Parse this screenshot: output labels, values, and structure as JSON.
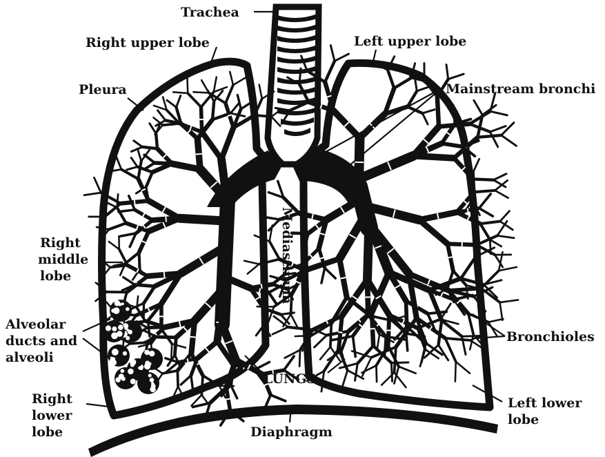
{
  "labels": {
    "trachea": "Trachea",
    "right_upper_lobe": "Right upper lobe",
    "left_upper_lobe": "Left upper lobe",
    "pleura": "Pleura",
    "mainstream_bronchi": "Mainstream bronchi",
    "mediastinum": "Mediastinum",
    "right_middle_lobe": [
      "Right",
      "middle",
      "lobe"
    ],
    "alveolar": [
      "Alveolar",
      "ducts and",
      "alveoli"
    ],
    "bronchioles": "Bronchioles",
    "lungs": "LUNGS",
    "right_lower_lobe": [
      "Right",
      "lower",
      "lobe"
    ],
    "left_lower_lobe": [
      "Left lower",
      "lobe"
    ],
    "diaphragm": "Diaphragm"
  },
  "colors": {
    "ink": "#111111",
    "background": "#ffffff"
  }
}
